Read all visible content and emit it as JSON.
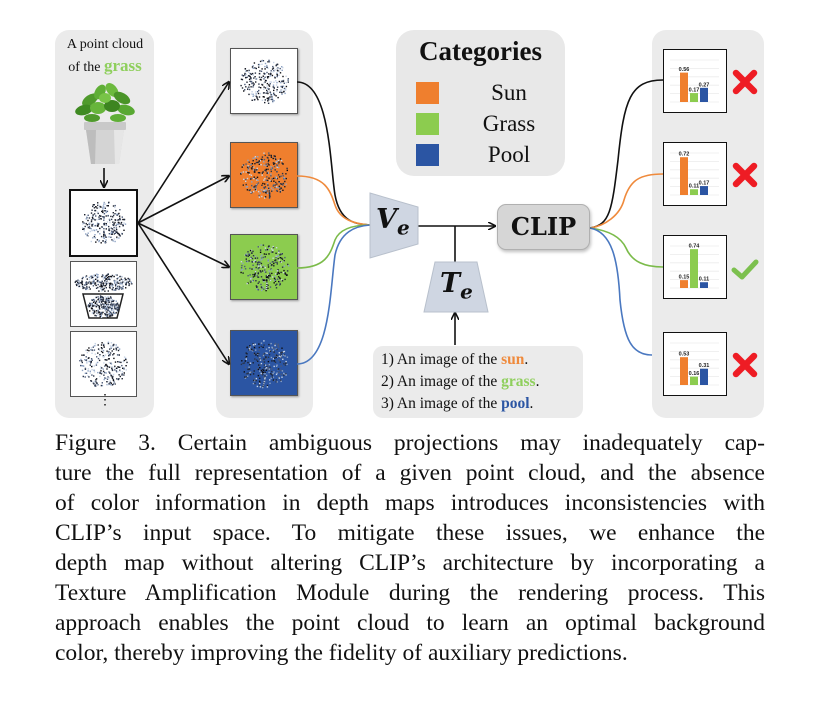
{
  "figure": {
    "source_label_prefix": "A point cloud",
    "source_label_of": "of the",
    "source_label_highlight": "grass",
    "more_views_symbol": "⋮",
    "categories": {
      "title": "Categories",
      "items": [
        {
          "label": "Sun",
          "color": "#ef7f2e"
        },
        {
          "label": "Grass",
          "color": "#8ccc4f"
        },
        {
          "label": "Pool",
          "color": "#2b55a3"
        }
      ]
    },
    "projection_backgrounds": [
      "#ffffff",
      "#ef7f2e",
      "#8ccc4f",
      "#2b55a3"
    ],
    "projection_wire_colors": [
      "#111111",
      "#ef8a3c",
      "#7bbb4a",
      "#4a78c0"
    ],
    "visual_encoder": {
      "symbol": "V",
      "subscript": "e"
    },
    "text_encoder": {
      "symbol": "T",
      "subscript": "e"
    },
    "clip_label": "CLIP",
    "prompts": [
      {
        "prefix": "1) An image of the ",
        "word": "sun",
        "suffix": ".",
        "color": "#ef8a3c"
      },
      {
        "prefix": "2) An image of the ",
        "word": "grass",
        "suffix": ".",
        "color": "#8fcf5d"
      },
      {
        "prefix": "3) An image of the ",
        "word": "pool",
        "suffix": ".",
        "color": "#2b55a3"
      }
    ],
    "verdict_colors": {
      "wrong": "#ee1c24",
      "correct": "#7cc04e"
    }
  },
  "chart_data": [
    {
      "type": "bar",
      "categories": [
        "Sun",
        "Grass",
        "Pool"
      ],
      "values": [
        0.56,
        0.17,
        0.27
      ],
      "labels": [
        "0.56",
        "0.17",
        "0.27"
      ],
      "background": "white",
      "verdict": "wrong"
    },
    {
      "type": "bar",
      "categories": [
        "Sun",
        "Grass",
        "Pool"
      ],
      "values": [
        0.72,
        0.11,
        0.17
      ],
      "labels": [
        "0.72",
        "0.11",
        "0.17"
      ],
      "background": "orange",
      "verdict": "wrong"
    },
    {
      "type": "bar",
      "categories": [
        "Sun",
        "Grass",
        "Pool"
      ],
      "values": [
        0.15,
        0.74,
        0.11
      ],
      "labels": [
        "0.15",
        "0.74",
        "0.11"
      ],
      "background": "green",
      "verdict": "correct"
    },
    {
      "type": "bar",
      "categories": [
        "Sun",
        "Grass",
        "Pool"
      ],
      "values": [
        0.53,
        0.16,
        0.31
      ],
      "labels": [
        "0.53",
        "0.16",
        "0.31"
      ],
      "background": "blue",
      "verdict": "wrong"
    }
  ],
  "caption": {
    "lines": [
      "Figure 3.  Certain ambiguous projections may inadequately cap-",
      "ture the full representation of a given point cloud, and the absence",
      "of color information in depth maps introduces inconsistencies with",
      "CLIP’s input space.  To mitigate these issues, we enhance the",
      "depth map without altering CLIP’s architecture by incorporating a",
      "Texture Amplification Module during the rendering process. This",
      "approach enables the point cloud to learn an optimal background",
      "color, thereby improving the fidelity of auxiliary predictions."
    ]
  }
}
